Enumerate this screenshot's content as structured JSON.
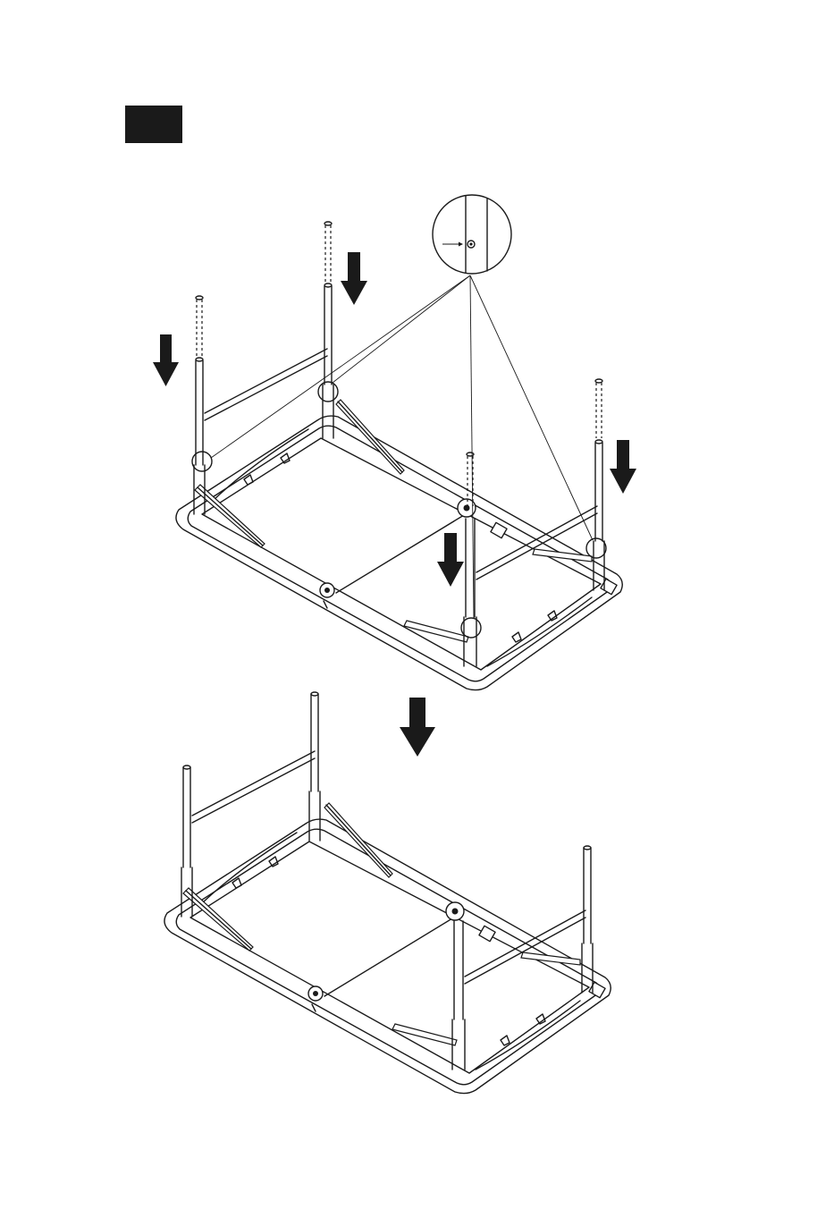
{
  "step": {
    "number": "",
    "badge_color": "#1a1a1a"
  },
  "illustrations": [
    {
      "name": "insert-legs-view",
      "icon": "table-underside-legs-detached"
    },
    {
      "name": "assembled-legs-view",
      "icon": "table-underside-legs-attached"
    }
  ],
  "detail_callout": {
    "icon": "magnified-pin-detail"
  },
  "arrows": {
    "direction": "down",
    "count_insert": 4,
    "count_transition": 1
  }
}
